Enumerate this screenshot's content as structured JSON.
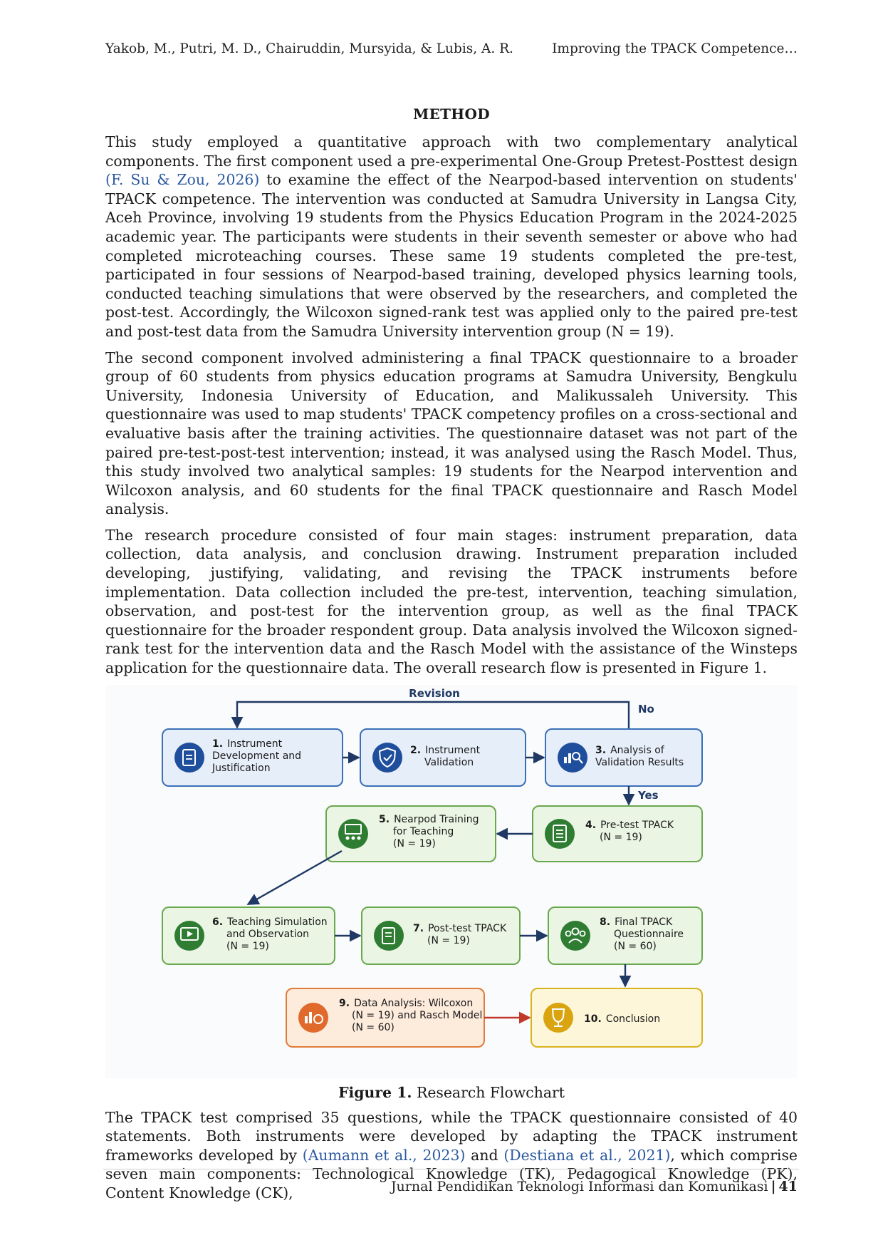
{
  "header": {
    "authors": "Yakob, M., Putri, M. D., Chairuddin, Mursyida, & Lubis, A. R.",
    "short_title": "Improving the TPACK Competence…"
  },
  "section": {
    "title": "METHOD"
  },
  "paragraphs": {
    "p1": {
      "a": "This study employed a quantitative approach with two complementary analytical components. The first component used a pre-experimental One-Group Pretest-Posttest design ",
      "cite1": "(F. Su & Zou, 2026)",
      "b": " to examine the effect of the Nearpod-based intervention on students' TPACK competence. The intervention was conducted at Samudra University in Langsa City, Aceh Province, involving 19 students from the Physics Education Program in the 2024-2025 academic year. The participants were students in their seventh semester or above who had completed microteaching courses. These same 19 students completed the pre-test, participated in four sessions of Nearpod-based training, developed physics learning tools, conducted teaching simulations that were observed by the researchers, and completed the post-test. Accordingly, the Wilcoxon signed-rank test was applied only to the paired pre-test and post-test data from the Samudra University intervention group (N = 19)."
    },
    "p2": "The second component involved administering a final TPACK questionnaire to a broader group of 60 students from physics education programs at Samudra University, Bengkulu University, Indonesia University of Education, and Malikussaleh University. This questionnaire was used to map students' TPACK competency profiles on a cross-sectional and evaluative basis after the training activities. The questionnaire dataset was not part of the paired pre-test-post-test intervention; instead, it was analysed using the Rasch Model. Thus, this study involved two analytical samples: 19 students for the Nearpod intervention and Wilcoxon analysis, and 60 students for the final TPACK questionnaire and Rasch Model analysis.",
    "p3": "The research procedure consisted of four main stages: instrument preparation, data collection, data analysis, and conclusion drawing. Instrument preparation included developing, justifying, validating, and revising the TPACK instruments before implementation. Data collection included the pre-test, intervention, teaching simulation, observation, and post-test for the intervention group, as well as the final TPACK questionnaire for the broader respondent group. Data analysis involved the Wilcoxon signed-rank test for the intervention data and the Rasch Model with the assistance of the Winsteps application for the questionnaire data. The overall research flow is presented in Figure 1.",
    "p4": {
      "a": "The TPACK test comprised 35 questions, while the TPACK questionnaire consisted of 40 statements. Both instruments were developed by adapting the TPACK instrument frameworks developed by ",
      "cite1": "(Aumann et al., 2023)",
      "mid": " and ",
      "cite2": "(Destiana et al., 2021)",
      "b": ", which comprise seven main components: Technological Knowledge (TK), Pedagogical Knowledge (PK), Content Knowledge (CK),"
    }
  },
  "figure": {
    "labels": {
      "revision": "Revision",
      "no": "No",
      "yes": "Yes"
    },
    "boxes": {
      "b1": {
        "num": "1.",
        "l1": "Instrument",
        "l2": "Development and",
        "l3": "Justification",
        "icon": "clipboard-edit-icon"
      },
      "b2": {
        "num": "2.",
        "l1": "Instrument",
        "l2": "Validation",
        "icon": "shield-check-icon"
      },
      "b3": {
        "num": "3.",
        "l1": "Analysis of",
        "l2": "Validation Results",
        "icon": "chart-magnifier-icon"
      },
      "b4": {
        "num": "4.",
        "l1": "Pre-test TPACK",
        "l2": "(N = 19)",
        "icon": "checklist-icon"
      },
      "b5": {
        "num": "5.",
        "l1": "Nearpod Training",
        "l2": "for Teaching",
        "l3": "(N = 19)",
        "icon": "presentation-group-icon"
      },
      "b6": {
        "num": "6.",
        "l1": "Teaching Simulation",
        "l2": "and Observation",
        "l3": "(N = 19)",
        "icon": "video-lesson-icon"
      },
      "b7": {
        "num": "7.",
        "l1": "Post-test TPACK",
        "l2": "(N = 19)",
        "icon": "clipboard-edit-icon"
      },
      "b8": {
        "num": "8.",
        "l1": "Final TPACK",
        "l2": "Questionnaire",
        "l3": "(N = 60)",
        "icon": "people-group-icon"
      },
      "b9": {
        "num": "9.",
        "l1": "Data Analysis: Wilcoxon",
        "l2": "(N = 19) and Rasch Model",
        "l3": "(N = 60)",
        "icon": "bar-pie-chart-icon"
      },
      "b10": {
        "num": "10.",
        "l1": "Conclusion",
        "icon": "trophy-icon"
      }
    },
    "colors": {
      "blue_fill": "#e6eef9",
      "blue_stroke": "#3b6fb8",
      "blue_icon": "#1f4e9c",
      "green_fill": "#eaf5e3",
      "green_stroke": "#6aa84f",
      "green_icon": "#2e7d32",
      "orange_fill": "#fdebdc",
      "orange_stroke": "#e07b39",
      "orange_icon": "#e06a2b",
      "yellow_fill": "#fdf6d8",
      "yellow_stroke": "#d9b21f",
      "yellow_icon": "#d9a40f",
      "arrow": "#1f3864",
      "arrow_red": "#c0392b"
    }
  },
  "caption": {
    "label": "Figure 1.",
    "text": " Research Flowchart"
  },
  "footer": {
    "journal": "Jurnal Pendidikan Teknologi Informasi dan Komunikasi",
    "sep": "|",
    "page": "41"
  }
}
